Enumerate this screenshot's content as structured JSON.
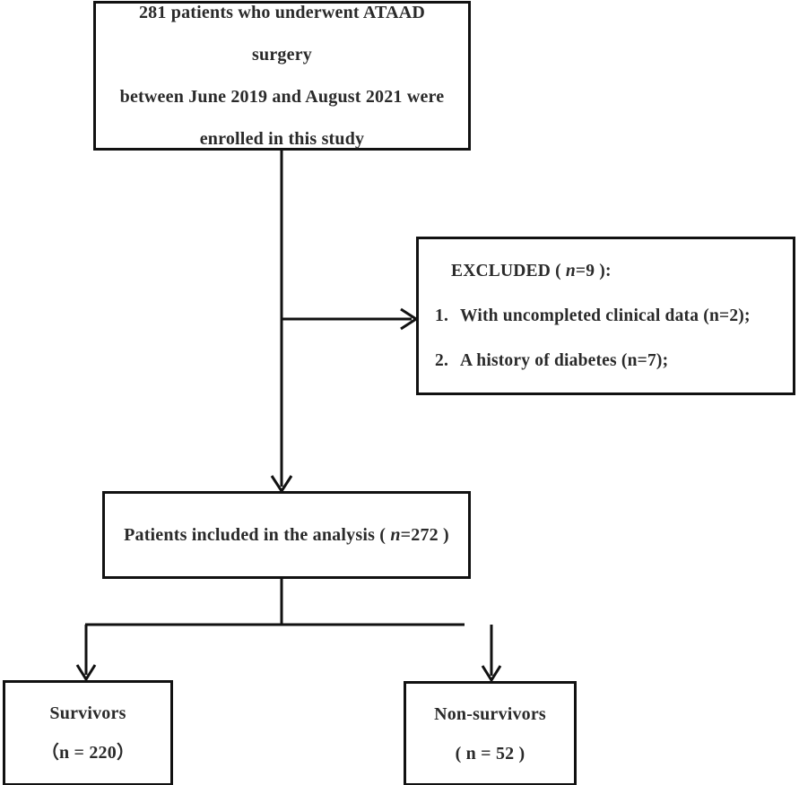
{
  "diagram": {
    "type": "flowchart",
    "title": "Patient enrollment flow diagram",
    "background_color": "#ffffff",
    "line_color": "#111111",
    "text_color": "#2a2a2a"
  },
  "boxes": {
    "enrolled": {
      "name": "enrolled-box",
      "lines": [
        "281 patients who underwent ATAAD surgery",
        "between June 2019 and August 2021 were",
        "enrolled in this study"
      ]
    },
    "excluded": {
      "name": "excluded-box",
      "heading_prefix": "EXCLUDED ( ",
      "heading_italic_n": "n",
      "heading_suffix": "=9 ):",
      "items": [
        {
          "number": "1.",
          "text": "With uncompleted clinical data (n=2);"
        },
        {
          "number": "2.",
          "text": "A history of diabetes (n=7);"
        }
      ]
    },
    "included": {
      "name": "included-box",
      "prefix": "Patients included in the analysis ( ",
      "italic_n": "n",
      "suffix": "=272 )"
    },
    "survivors": {
      "name": "survivors-box",
      "label": "Survivors",
      "count": "（n = 220）"
    },
    "nonsurvivors": {
      "name": "non-survivors-box",
      "label": "Non-survivors",
      "count": "( n = 52 )"
    }
  },
  "connectors": [
    {
      "name": "enrolled-to-included-arrow",
      "from": "enrolled",
      "to": "included",
      "direction": "down"
    },
    {
      "name": "enrolled-to-excluded-arrow",
      "from": "enrolled",
      "to": "excluded",
      "direction": "right"
    },
    {
      "name": "included-to-survivors-arrow",
      "from": "included",
      "to": "survivors",
      "direction": "down"
    },
    {
      "name": "included-to-nonsurvivors-arrow",
      "from": "included",
      "to": "nonsurvivors",
      "direction": "down"
    }
  ]
}
